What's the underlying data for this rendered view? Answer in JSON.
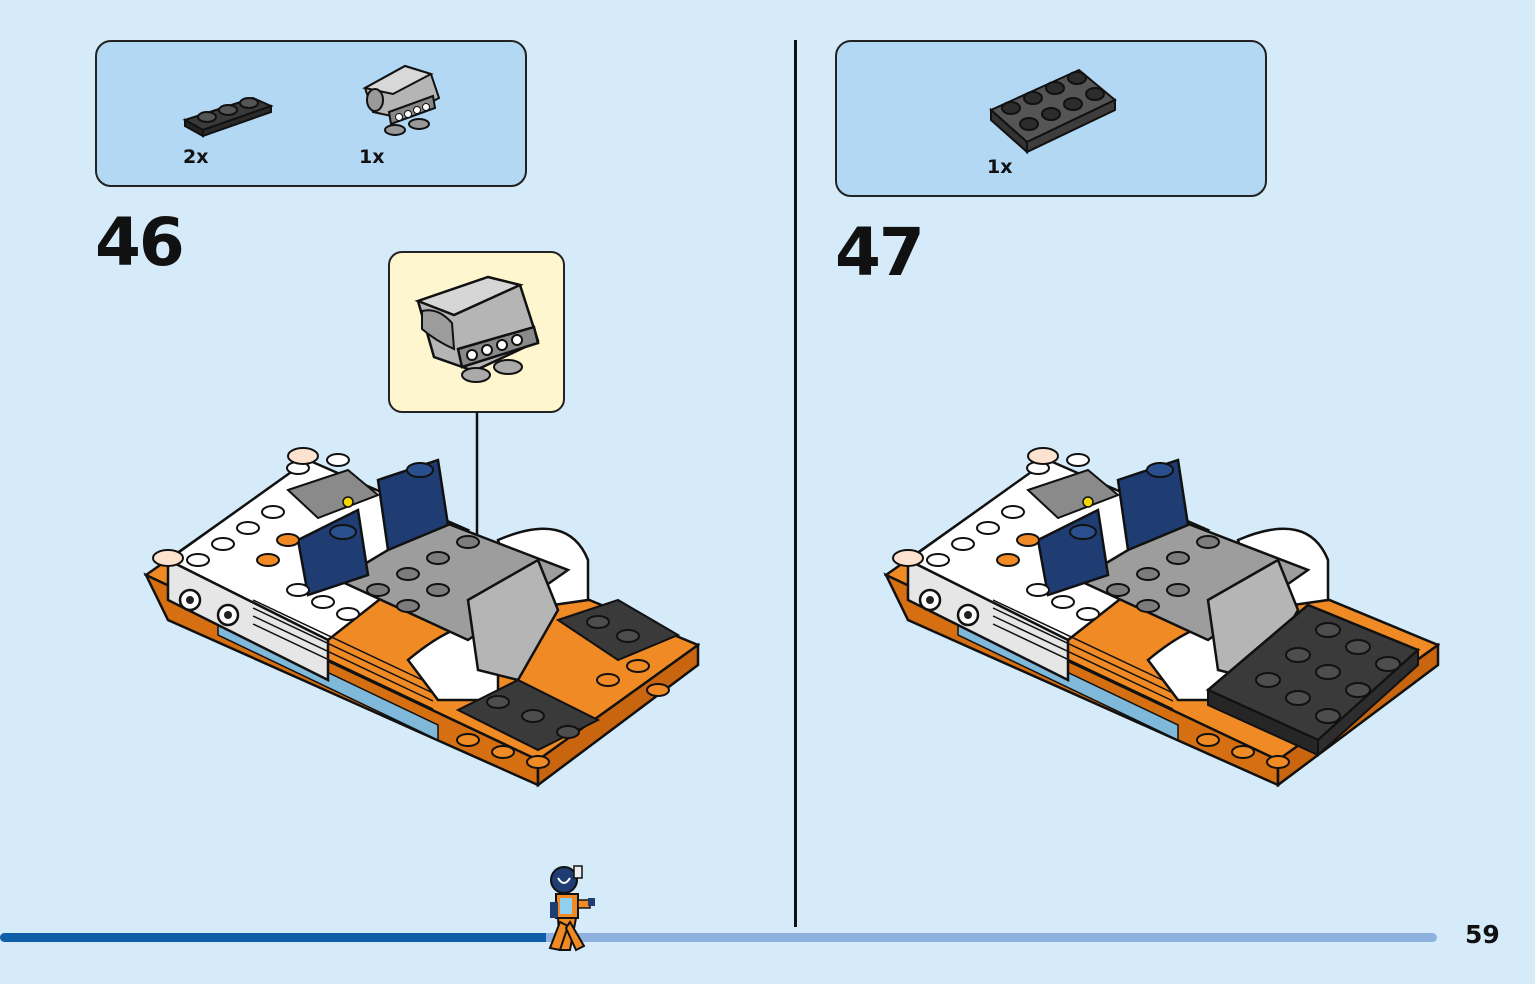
{
  "steps": [
    {
      "number": "46",
      "parts": [
        {
          "qty": "2x",
          "part": "plate-1x3-black"
        },
        {
          "qty": "1x",
          "part": "engine-intake-grey"
        }
      ],
      "callout_part": "engine-intake-grey"
    },
    {
      "number": "47",
      "parts": [
        {
          "qty": "1x",
          "part": "plate-2x4-black"
        }
      ]
    }
  ],
  "page": {
    "number": "59",
    "progress": 0.38
  },
  "colors": {
    "background": "#d6ebf9",
    "parts_box": "#b3d8f4",
    "callout": "#fdf6cf",
    "orange": "#f08a24",
    "white_brick": "#ffffff",
    "dark_blue": "#1f3d73",
    "grey": "#a9a9a9",
    "black": "#333333",
    "progress_fill": "#0f5fa8",
    "progress_track": "#8fb1e0"
  }
}
